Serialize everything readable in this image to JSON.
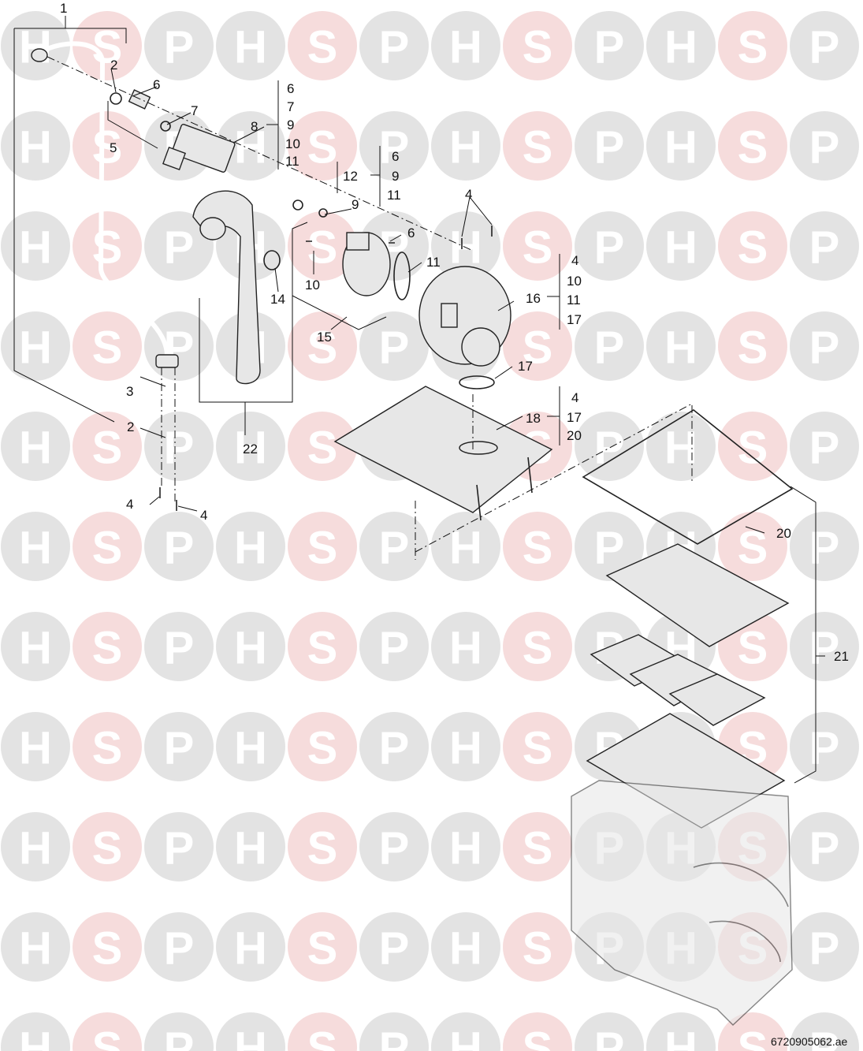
{
  "watermark": {
    "letters": [
      "H",
      "S",
      "P"
    ],
    "colors": {
      "grey": "#e3e3e3",
      "pink": "#f6dcdc"
    }
  },
  "callouts": {
    "c1": "1",
    "c2a": "2",
    "c2b": "2",
    "c3": "3",
    "c4a": "4",
    "c4b": "4",
    "c4c": "4",
    "c5": "5",
    "c6a": "6",
    "c6b": "6",
    "c7": "7",
    "c8": "8",
    "c9": "9",
    "c10": "10",
    "c11": "11",
    "c12": "12",
    "c14": "14",
    "c15": "15",
    "c16": "16",
    "c17": "17",
    "c18": "18",
    "c20": "20",
    "c21": "21",
    "c22": "22"
  },
  "groups": {
    "g8": [
      "6",
      "7",
      "9",
      "10",
      "11"
    ],
    "g12": [
      "6",
      "9",
      "11"
    ],
    "g16": [
      "4",
      "10",
      "11",
      "17"
    ],
    "g18": [
      "4",
      "17",
      "20"
    ]
  },
  "drawing_code": "6720905062.ae"
}
